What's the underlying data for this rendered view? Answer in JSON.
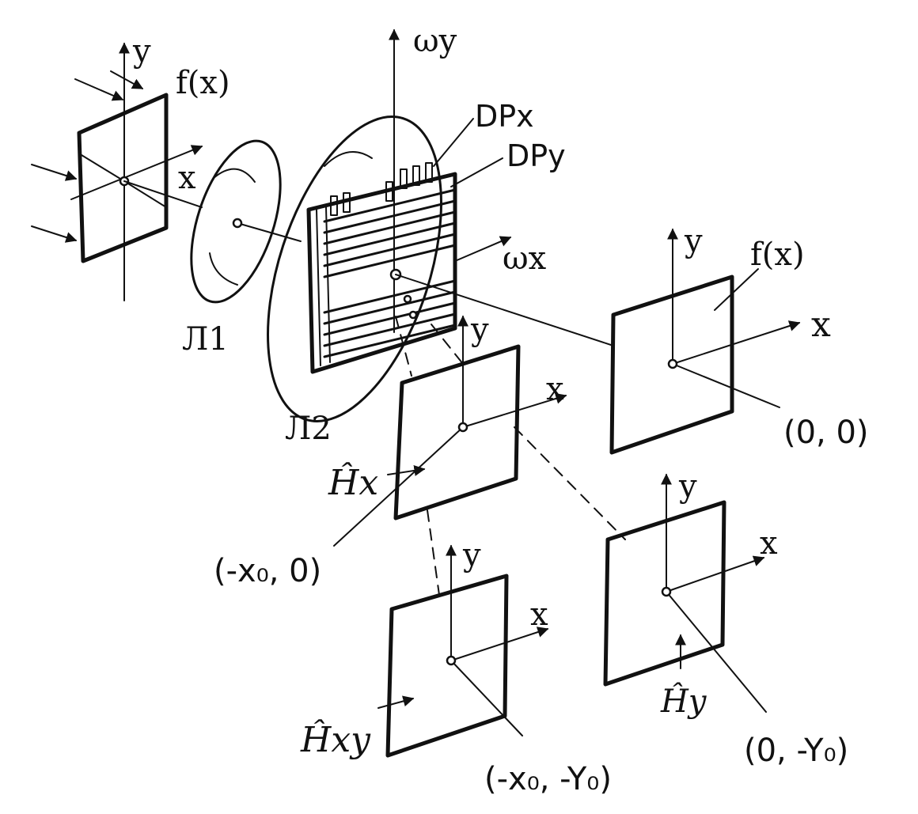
{
  "labels": {
    "input_plane": {
      "y": "y",
      "x": "x",
      "f": "f(x)"
    },
    "lens1": "Л1",
    "lens2": "Л2",
    "spectral": {
      "wy": "ωy",
      "wx": "ωx",
      "dpx": "DPx",
      "dpy": "DPy"
    },
    "out_center": {
      "y": "y",
      "x": "x",
      "f": "f(x)",
      "coord": "(0, 0)"
    },
    "out_hx": {
      "y": "y",
      "x": "x",
      "filter": "Ĥx",
      "coord": "(-x₀, 0)"
    },
    "out_hy": {
      "y": "y",
      "x": "x",
      "filter": "Ĥy",
      "coord": "(0, -Y₀)"
    },
    "out_hxy": {
      "y": "y",
      "x": "x",
      "filter": "Ĥxy",
      "coord": "(-x₀, -Y₀)"
    }
  }
}
